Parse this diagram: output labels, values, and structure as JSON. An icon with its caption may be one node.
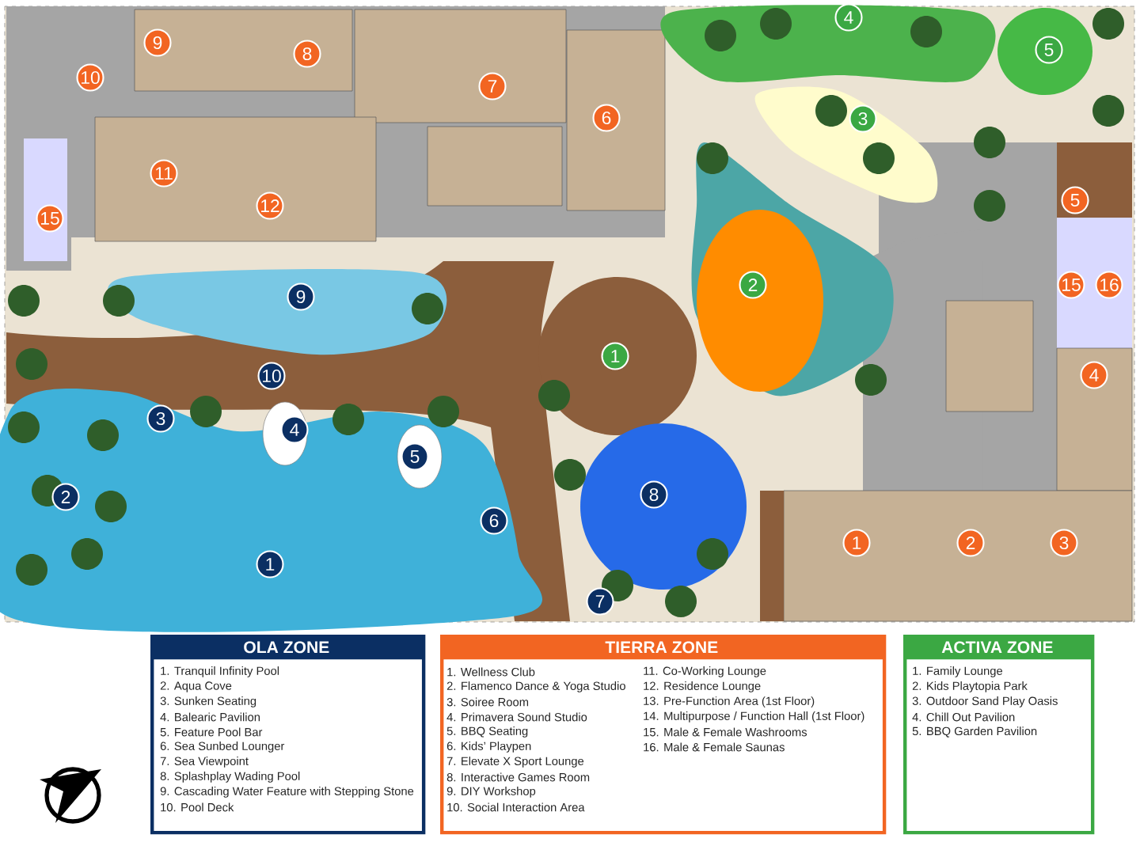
{
  "diagram": {
    "nodes": [
      {
        "text": [
          "4"
        ]
      },
      {
        "text": [
          "9"
        ]
      },
      {
        "text": [
          "5"
        ]
      },
      {
        "text": [
          "8"
        ]
      },
      {
        "text": [
          "10"
        ]
      },
      {
        "text": [
          "7"
        ]
      },
      {
        "text": [
          "6"
        ]
      },
      {
        "text": [
          "3"
        ]
      },
      {
        "text": [
          "11"
        ]
      },
      {
        "text": [
          "5"
        ]
      },
      {
        "text": [
          "12"
        ]
      },
      {
        "text": [
          "15"
        ]
      },
      {
        "text": [
          "2"
        ]
      },
      {
        "text": [
          "15"
        ]
      },
      {
        "text": [
          "16"
        ]
      },
      {
        "text": [
          "9"
        ]
      },
      {
        "text": [
          "1"
        ]
      },
      {
        "text": [
          "4"
        ]
      },
      {
        "text": [
          "10"
        ]
      },
      {
        "text": [
          "3"
        ]
      },
      {
        "text": [
          "4"
        ]
      },
      {
        "text": [
          "5"
        ]
      },
      {
        "text": [
          "8"
        ]
      },
      {
        "text": [
          "2"
        ]
      },
      {
        "text": [
          "6"
        ]
      },
      {
        "text": [
          "1"
        ]
      },
      {
        "text": [
          "2"
        ]
      },
      {
        "text": [
          "3"
        ]
      },
      {
        "text": [
          "1"
        ]
      },
      {
        "text": [
          "7"
        ]
      },
      {
        "text": [
          "OLA ZONE",
          "1. Tranquil Infinity Pool",
          "2. Aqua Cove",
          "3. Sunken Seating",
          "4. Balearic Pavilion",
          "5. Feature Pool Bar",
          "6. Sea Sunbed Lounger",
          "7. Sea Viewpoint",
          "8. Splashplay Wading Pool",
          "9. Cascading Water Feature with Stepping Stone",
          "10. Pool Deck"
        ]
      },
      {
        "text": [
          "TIERRA ZONE",
          "1. Wellness Club",
          "2. Flamenco Dance & Yoga Studio",
          "3. Soiree Room",
          "4. Primavera Sound Studio",
          "5. BBQ Seating",
          "6. Kids’ Playpen",
          "7. Elevate X Sport Lounge",
          "8. Interactive Games Room",
          "9. DIY Workshop",
          "10. Social Interaction Area",
          "11. Co-Working Lounge",
          "12. Residence Lounge",
          "13. Pre-Function Area (1st Floor)",
          "14. Multipurpose / Function Hall (1st Floor)",
          "15. Male & Female Washrooms",
          "16. Male & Female Saunas"
        ]
      },
      {
        "text": [
          "ACTIVA ZONE",
          "1. Family Lounge",
          "2. Kids Playtopia Park",
          "3. Outdoor Sand Play Oasis",
          "4. Chill Out Pavilion",
          "5. BBQ Garden Pavilion"
        ]
      }
    ]
  }
}
